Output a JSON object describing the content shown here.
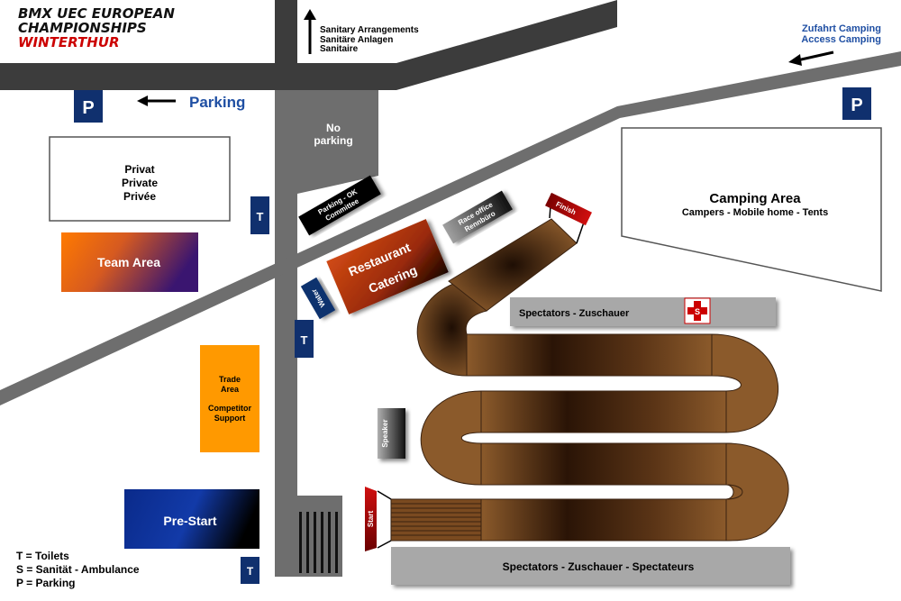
{
  "title": {
    "line1": "BMX UEC EUROPEAN",
    "line2": "CHAMPIONSHIPS",
    "line3": "WINTERTHUR",
    "line3_color": "#cc0000"
  },
  "sanitary": {
    "line1": "Sanitary Arrangements",
    "line2": "Sanitäre Anlagen",
    "line3": "Sanitaire"
  },
  "camping_access": {
    "line1": "Zufahrt Camping",
    "line2": "Access Camping",
    "color": "#1f4fa3"
  },
  "parking": {
    "label": "Parking",
    "sign": "P",
    "color": "#1f4fa3"
  },
  "no_parking": {
    "line1": "No",
    "line2": "parking"
  },
  "private": {
    "line1": "Privat",
    "line2": "Private",
    "line3": "Privée"
  },
  "team_area": {
    "label": "Team Area"
  },
  "trade_area": {
    "line1": "Trade",
    "line2": "Area",
    "line3": "Competitor",
    "line4": "Support"
  },
  "pre_start": {
    "label": "Pre-Start"
  },
  "parking_ok": {
    "line1": "Parking - OK",
    "line2": "Committee"
  },
  "race_office": {
    "line1": "Race office",
    "line2": "Rennbüro"
  },
  "restaurant": {
    "line1": "Restaurant",
    "line2": "Catering"
  },
  "water": {
    "label": "Water"
  },
  "speaker": {
    "label": "Speaker"
  },
  "finish": {
    "label": "Finish"
  },
  "start": {
    "label": "Start"
  },
  "camping_area": {
    "title": "Camping Area",
    "subtitle": "Campers - Mobile home - Tents"
  },
  "spectators_top": {
    "label": "Spectators - Zuschauer"
  },
  "spectators_bottom": {
    "label": "Spectators - Zuschauer - Spectateurs"
  },
  "first_aid": {
    "label": "S"
  },
  "toilet_sign": "T",
  "legend": {
    "t": "T = Toilets",
    "s": "S = Sanität - Ambulance",
    "p": "P = Parking"
  },
  "colors": {
    "road": "#6e6e6e",
    "road_dark": "#3c3c3c",
    "sign_blue": "#10306e",
    "track": "#8b5a2b",
    "team_orange": "#ff7a00",
    "team_purple": "#3a1570",
    "trade": "#ff9900",
    "prestart_blue": "#0a2a8a",
    "restaurant": "#b83a10",
    "finish_red": "#aa0a0a",
    "spectator_grey": "#a8a8a8"
  }
}
